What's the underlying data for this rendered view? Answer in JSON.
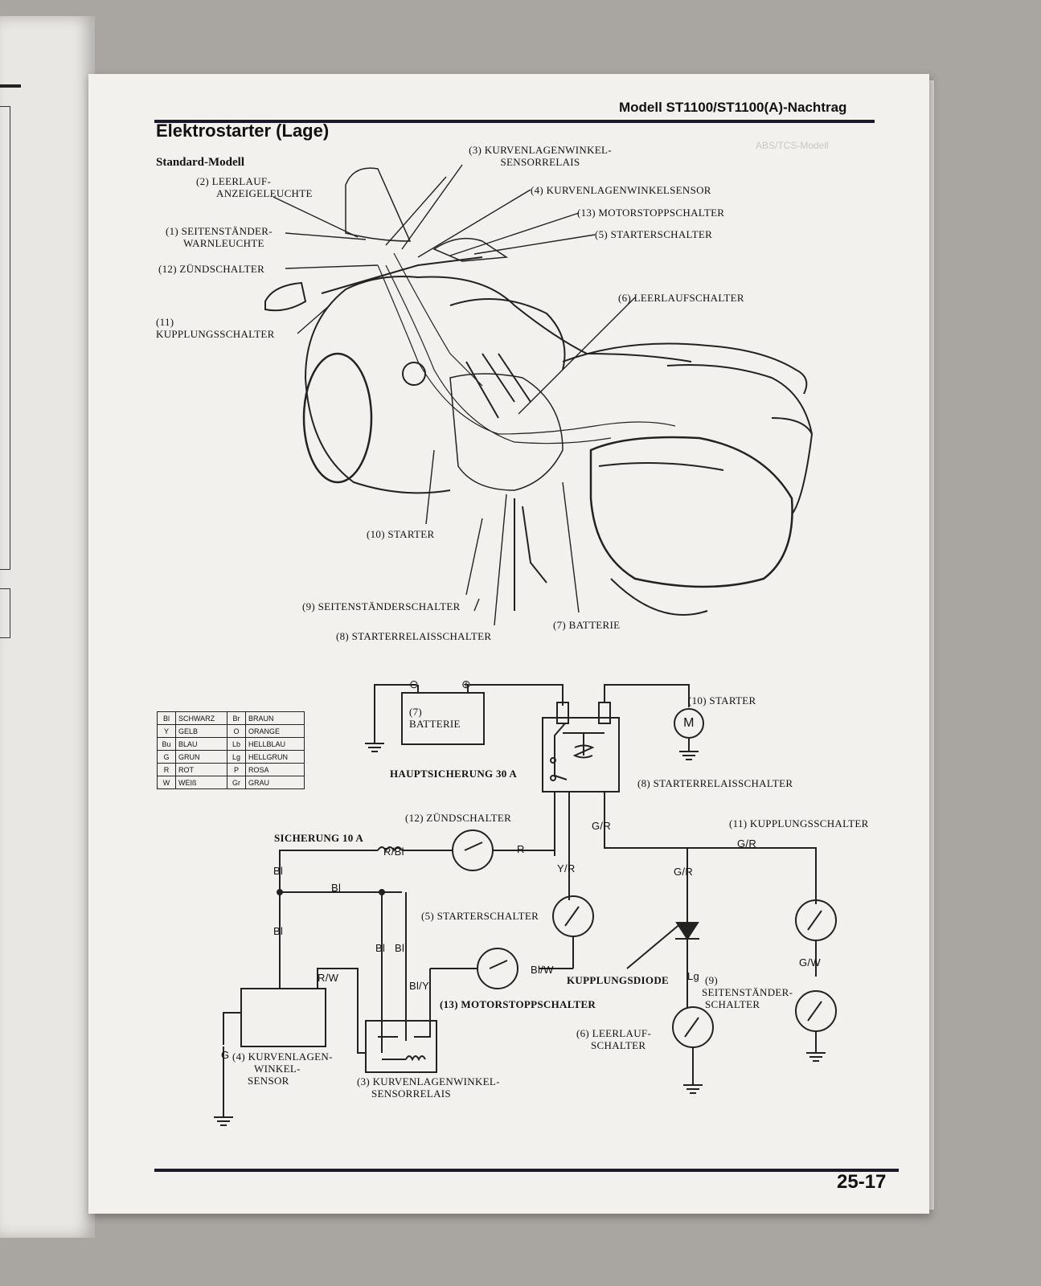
{
  "header": {
    "running_title": "Modell ST1100/ST1100(A)-Nachtrag",
    "page_title": "Elektrostarter (Lage)",
    "subtitle": "Standard-Modell",
    "page_number": "25-17"
  },
  "illustration": {
    "callouts": {
      "c3_line1": "(3) KURVENLAGENWINKEL-",
      "c3_line2": "SENSORRELAIS",
      "c2_line1": "(2) LEERLAUF-",
      "c2_line2": "ANZEIGELEUCHTE",
      "c4": "(4) KURVENLAGENWINKELSENSOR",
      "c13": "(13) MOTORSTOPPSCHALTER",
      "c1_line1": "(1) SEITENSTÄNDER-",
      "c1_line2": "WARNLEUCHTE",
      "c5": "(5) STARTERSCHALTER",
      "c12": "(12) ZÜNDSCHALTER",
      "c6": "(6) LEERLAUFSCHALTER",
      "c11_line1": "(11)",
      "c11_line2": "KUPPLUNGSSCHALTER",
      "c10": "(10) STARTER",
      "c9": "(9) SEITENSTÄNDERSCHALTER",
      "c7": "(7) BATTERIE",
      "c8": "(8) STARTERRELAISSCHALTER"
    }
  },
  "wiring": {
    "battery_line1": "(7)",
    "battery_line2": "BATTERIE",
    "starter": "(10) STARTER",
    "motor_symbol": "M",
    "main_fuse": "HAUPTSICHERUNG 30 A",
    "starter_relay": "(8) STARTERRELAISSCHALTER",
    "ignition_switch": "(12) ZÜNDSCHALTER",
    "clutch_switch": "(11) KUPPLUNGSSCHALTER",
    "fuse10": "SICHERUNG 10 A",
    "starter_switch": "(5) STARTERSCHALTER",
    "clutch_diode": "KUPPLUNGSDIODE",
    "sidestand_num": "(9)",
    "sidestand_line1": "SEITENSTÄNDER-",
    "sidestand_line2": "SCHALTER",
    "engine_stop": "(13) MOTORSTOPPSCHALTER",
    "neutral_line1": "(6) LEERLAUF-",
    "neutral_line2": "SCHALTER",
    "sensor_line1": "(4) KURVENLAGEN-",
    "sensor_line2": "WINKEL-",
    "sensor_line3": "SENSOR",
    "relay3_line1": "(3) KURVENLAGENWINKEL-",
    "relay3_line2": "SENSORRELAIS",
    "wires": {
      "r_bl": "R/Bl",
      "r": "R",
      "g_r_top": "G/R",
      "g_r_right": "G/R",
      "g_r_mid": "G/R",
      "y_r": "Y/R",
      "bl_a": "Bl",
      "bl_b": "Bl",
      "bl_c": "Bl",
      "bl_d": "Bl",
      "bl_e": "Bl",
      "r_w": "R/W",
      "bl_y": "Bl/Y",
      "bl_w": "Bl/W",
      "lg": "Lg",
      "g_w": "G/W",
      "g": "G",
      "minus": "⊖",
      "plus": "⊕"
    }
  },
  "color_legend": [
    [
      "Bl",
      "SCHWARZ",
      "Br",
      "BRAUN"
    ],
    [
      "Y",
      "GELB",
      "O",
      "ORANGE"
    ],
    [
      "Bu",
      "BLAU",
      "Lb",
      "HELLBLAU"
    ],
    [
      "G",
      "GRUN",
      "Lg",
      "HELLGRUN"
    ],
    [
      "R",
      "ROT",
      "P",
      "ROSA"
    ],
    [
      "W",
      "WEIß",
      "Gr",
      "GRAU"
    ]
  ]
}
